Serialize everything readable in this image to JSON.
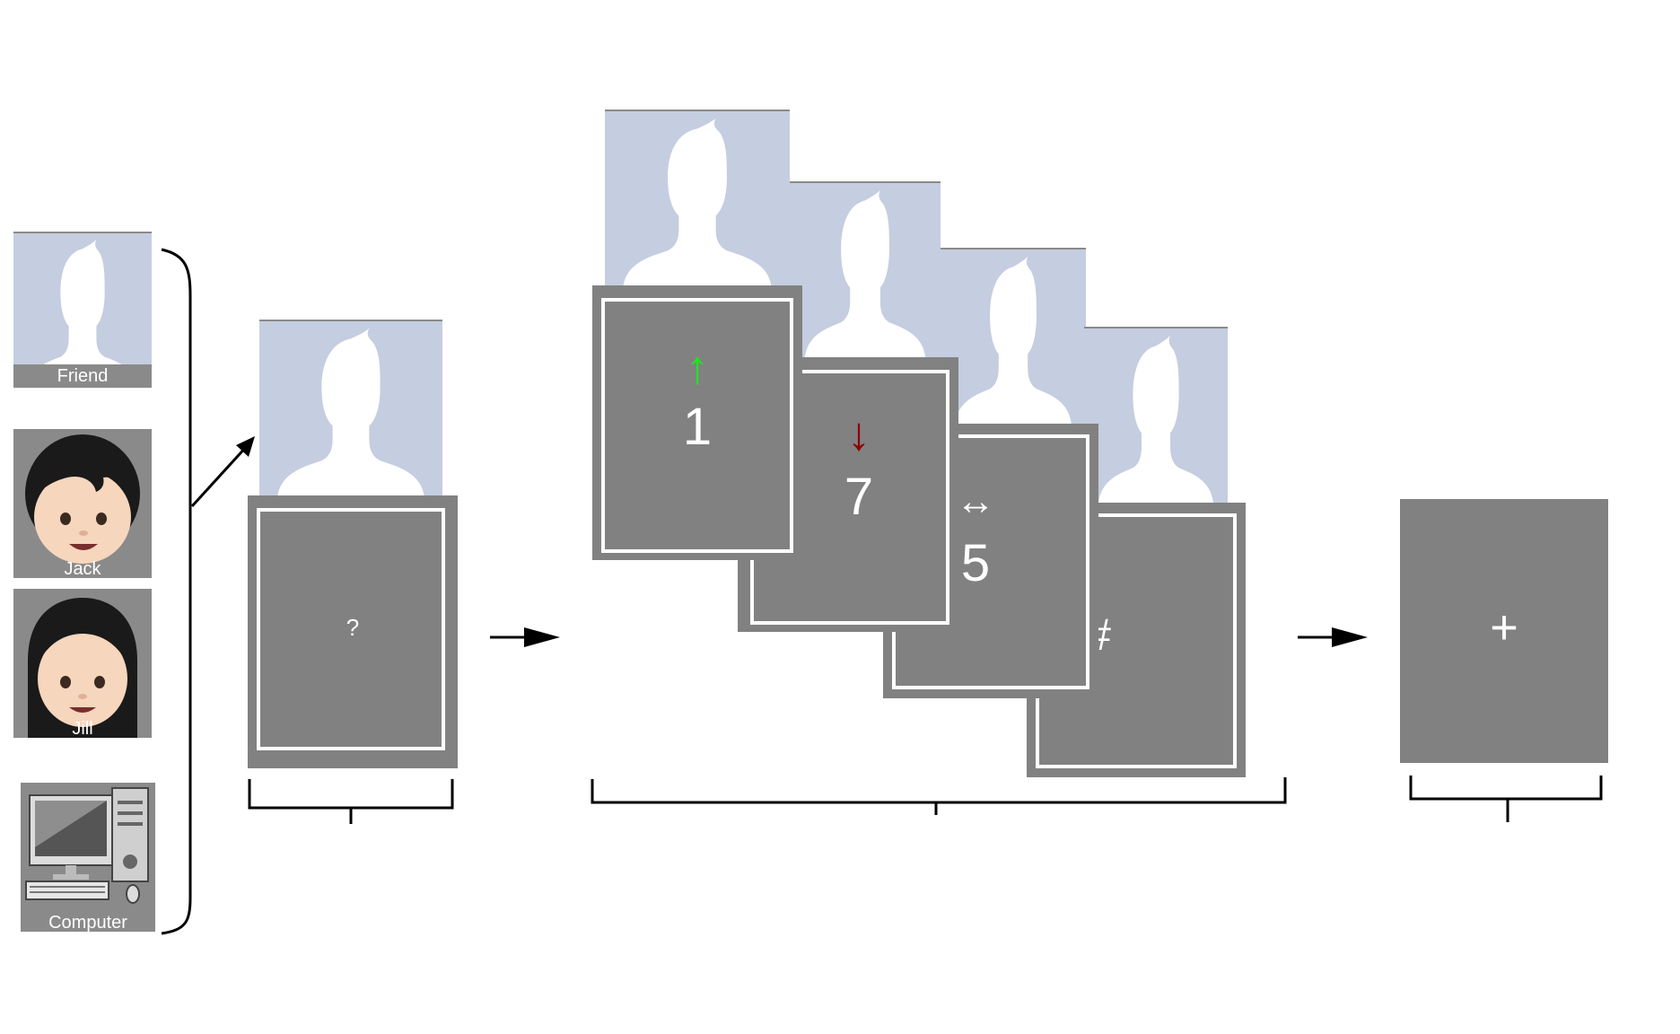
{
  "avatars": {
    "friend_label": "Friend",
    "jack_label": "Jack",
    "jill_label": "Jill",
    "computer_label": "Computer"
  },
  "decision_screen": {
    "symbol": "?"
  },
  "feedback_screens": [
    {
      "arrow": "↑",
      "arrow_color": "#1ee61e",
      "number": "1"
    },
    {
      "arrow": "↓",
      "arrow_color": "#8b0000",
      "number": "7"
    },
    {
      "arrow": "↔",
      "arrow_color": "#ffffff",
      "number": "5"
    },
    {
      "arrow": "",
      "arrow_color": "#ffffff",
      "number": "#"
    }
  ],
  "fixation_screen": {
    "symbol": "+"
  },
  "colors": {
    "screen_gray": "#818181",
    "silhouette_bg": "#c5cde0",
    "frame": "#ffffff",
    "connector": "#000000"
  }
}
